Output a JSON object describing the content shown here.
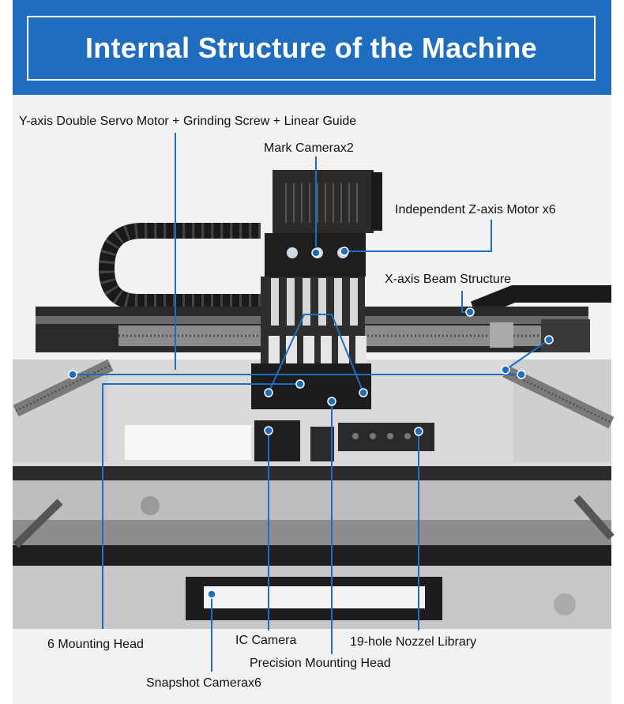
{
  "header": {
    "title": "Internal Structure of the Machine",
    "bg_color": "#1f6dbf"
  },
  "callouts": {
    "y_axis": "Y-axis Double Servo Motor + Grinding Screw + Linear Guide",
    "mark_camera": "Mark Camerax2",
    "z_axis": "Independent Z-axis Motor x6",
    "x_axis": "X-axis Beam Structure",
    "mounting_head": "6 Mounting Head",
    "ic_camera": "IC Camera",
    "nozzle_library": "19-hole Nozzel Library",
    "precision_head": "Precision Mounting Head",
    "snapshot_camera": "Snapshot Camerax6"
  },
  "colors": {
    "callout_line": "#1f6dbf",
    "machine_dark": "#1c1c1c",
    "machine_metal": "#b9b9b9"
  }
}
